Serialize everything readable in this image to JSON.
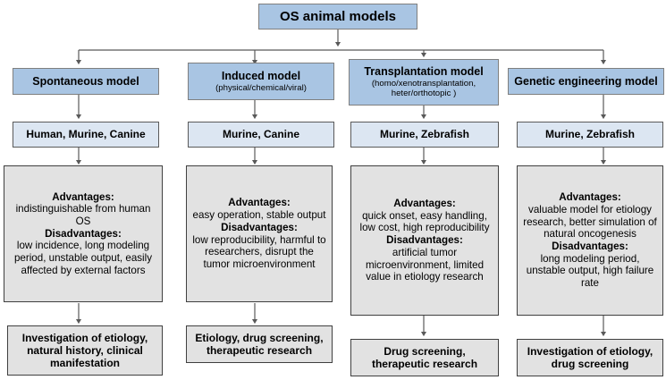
{
  "diagram": {
    "title_node": {
      "label": "OS animal models"
    },
    "colors": {
      "header_blue": "#a9c5e3",
      "species_blue": "#dce6f2",
      "detail_gray": "#e2e2e2",
      "border_gray": "#7f7f7f",
      "border_dark": "#404040",
      "connector": "#595959"
    },
    "columns": [
      {
        "id": "spontaneous",
        "header": {
          "main": "Spontaneous model",
          "sub": ""
        },
        "species": "Human, Murine, Canine",
        "detail": {
          "advantages_label": "Advantages:",
          "advantages_text": "indistinguishable from human OS",
          "disadvantages_label": "Disadvantages:",
          "disadvantages_text": "low incidence, long modeling period, unstable output, easily affected by external factors"
        },
        "application": "Investigation of etiology, natural history, clinical manifestation"
      },
      {
        "id": "induced",
        "header": {
          "main": "Induced model",
          "sub": "(physical/chemical/viral)"
        },
        "species": "Murine, Canine",
        "detail": {
          "advantages_label": "Advantages:",
          "advantages_text": "easy operation, stable output",
          "disadvantages_label": "Disadvantages:",
          "disadvantages_text": "low reproducibility, harmful to researchers, disrupt the tumor microenvironment"
        },
        "application": "Etiology, drug screening, therapeutic research"
      },
      {
        "id": "transplantation",
        "header": {
          "main": "Transplantation model",
          "sub": "(homo/xenotransplantation, heter/orthotopic )"
        },
        "species": "Murine, Zebrafish",
        "detail": {
          "advantages_label": "Advantages:",
          "advantages_text": "quick onset, easy handling, low cost, high reproducibility",
          "disadvantages_label": "Disadvantages:",
          "disadvantages_text": "artificial tumor microenvironment, limited value in etiology research"
        },
        "application": "Drug screening, therapeutic research"
      },
      {
        "id": "genetic-engineering",
        "header": {
          "main": "Genetic engineering model",
          "sub": ""
        },
        "species": "Murine, Zebrafish",
        "detail": {
          "advantages_label": "Advantages:",
          "advantages_text": "valuable model for etiology research, better simulation of natural oncogenesis",
          "disadvantages_label": "Disadvantages:",
          "disadvantages_text": "long modeling period, unstable output, high failure rate"
        },
        "application": "Investigation of etiology, drug screening"
      }
    ]
  }
}
